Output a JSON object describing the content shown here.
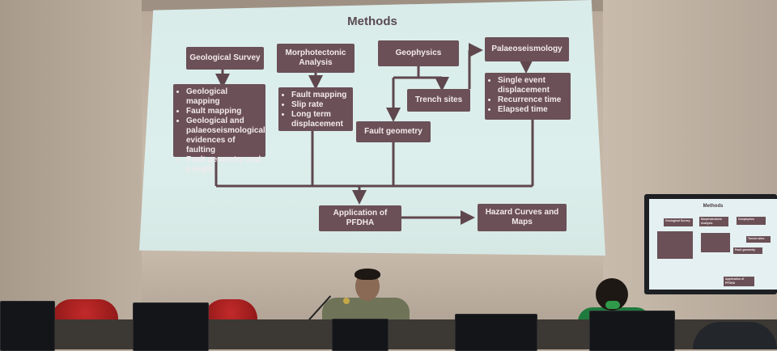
{
  "slide": {
    "title": "Methods",
    "boxes": {
      "geological_survey": "Geological Survey",
      "morphotectonic": "Morphotectonic Analysis",
      "geophysics": "Geophysics",
      "palaeoseismology": "Palaeoseismology",
      "trench_sites": "Trench sites",
      "fault_geometry": "Fault geometry",
      "application": "Application of PFDHA",
      "hazard": "Hazard Curves and Maps"
    },
    "geological_items": [
      "Geological mapping",
      "Fault mapping",
      "Geological and palaeoseismological evidences of faulting",
      "Fault geometry and Length"
    ],
    "morpho_items": [
      "Fault mapping",
      "Slip rate",
      "Long term displacement"
    ],
    "palaeo_items": [
      "Single event displacement",
      "Recurrence time",
      "Elapsed time"
    ]
  },
  "monitor": {
    "title": "Methods",
    "boxes": {
      "geological_survey": "Geological Survey",
      "morphotectonic": "Morphotectonic Analysis",
      "geophysics": "Geophysics",
      "trench_sites": "Trench sites",
      "fault_geometry": "Fault geometry",
      "application": "Application of PFDHA"
    }
  },
  "colors": {
    "box_fill": "#6b5057",
    "slide_bg": "#d9ecea",
    "chair_red": "#b02222"
  }
}
